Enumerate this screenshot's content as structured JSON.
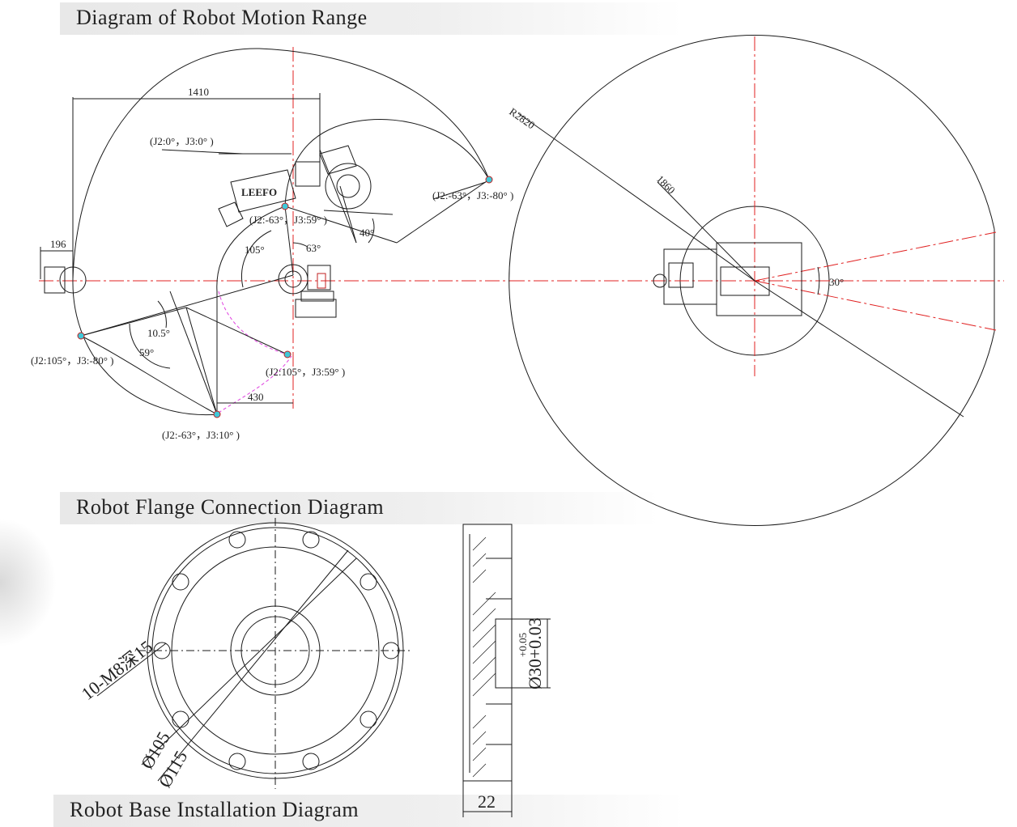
{
  "sections": {
    "motion_range_title": "Diagram of Robot Motion Range",
    "flange_title": "Robot Flange Connection Diagram",
    "base_title": "Robot Base Installation Diagram"
  },
  "side_view": {
    "dim_reach": "1410",
    "dim_flange_offset": "196",
    "dim_bottom": "430",
    "angle_105": "105°",
    "angle_63": "63°",
    "angle_40": "40°",
    "angle_10_5": "10.5°",
    "angle_59": "59°",
    "pos_home": "(J2:0°，J3:0°  )",
    "pos_upper": "(J2:-63°，J3:59°  )",
    "pos_far": "(J2:-63°，J3:-80°  )",
    "pos_left": "(J2:105°，J3:-80°  )",
    "pos_lower_mid": "(J2:105°，J3:59°  )",
    "pos_bottom": "(J2:-63°，J3:10°  )",
    "logo_text": "LEEFO"
  },
  "top_view": {
    "radius_outer": "R2820",
    "radius_inner": "1860",
    "angle_30": "30°"
  },
  "flange": {
    "holes": "10-M8深15",
    "dia_105": "Ø105",
    "dia_115": "Ø115",
    "bore": "Ø30+0.03",
    "bore_tol": "+0.05",
    "thickness": "22"
  },
  "colors": {
    "line": "#1a1a1a",
    "centerline": "#e02020",
    "path": "#e040e0",
    "point_cyan": "#40c8d8"
  }
}
